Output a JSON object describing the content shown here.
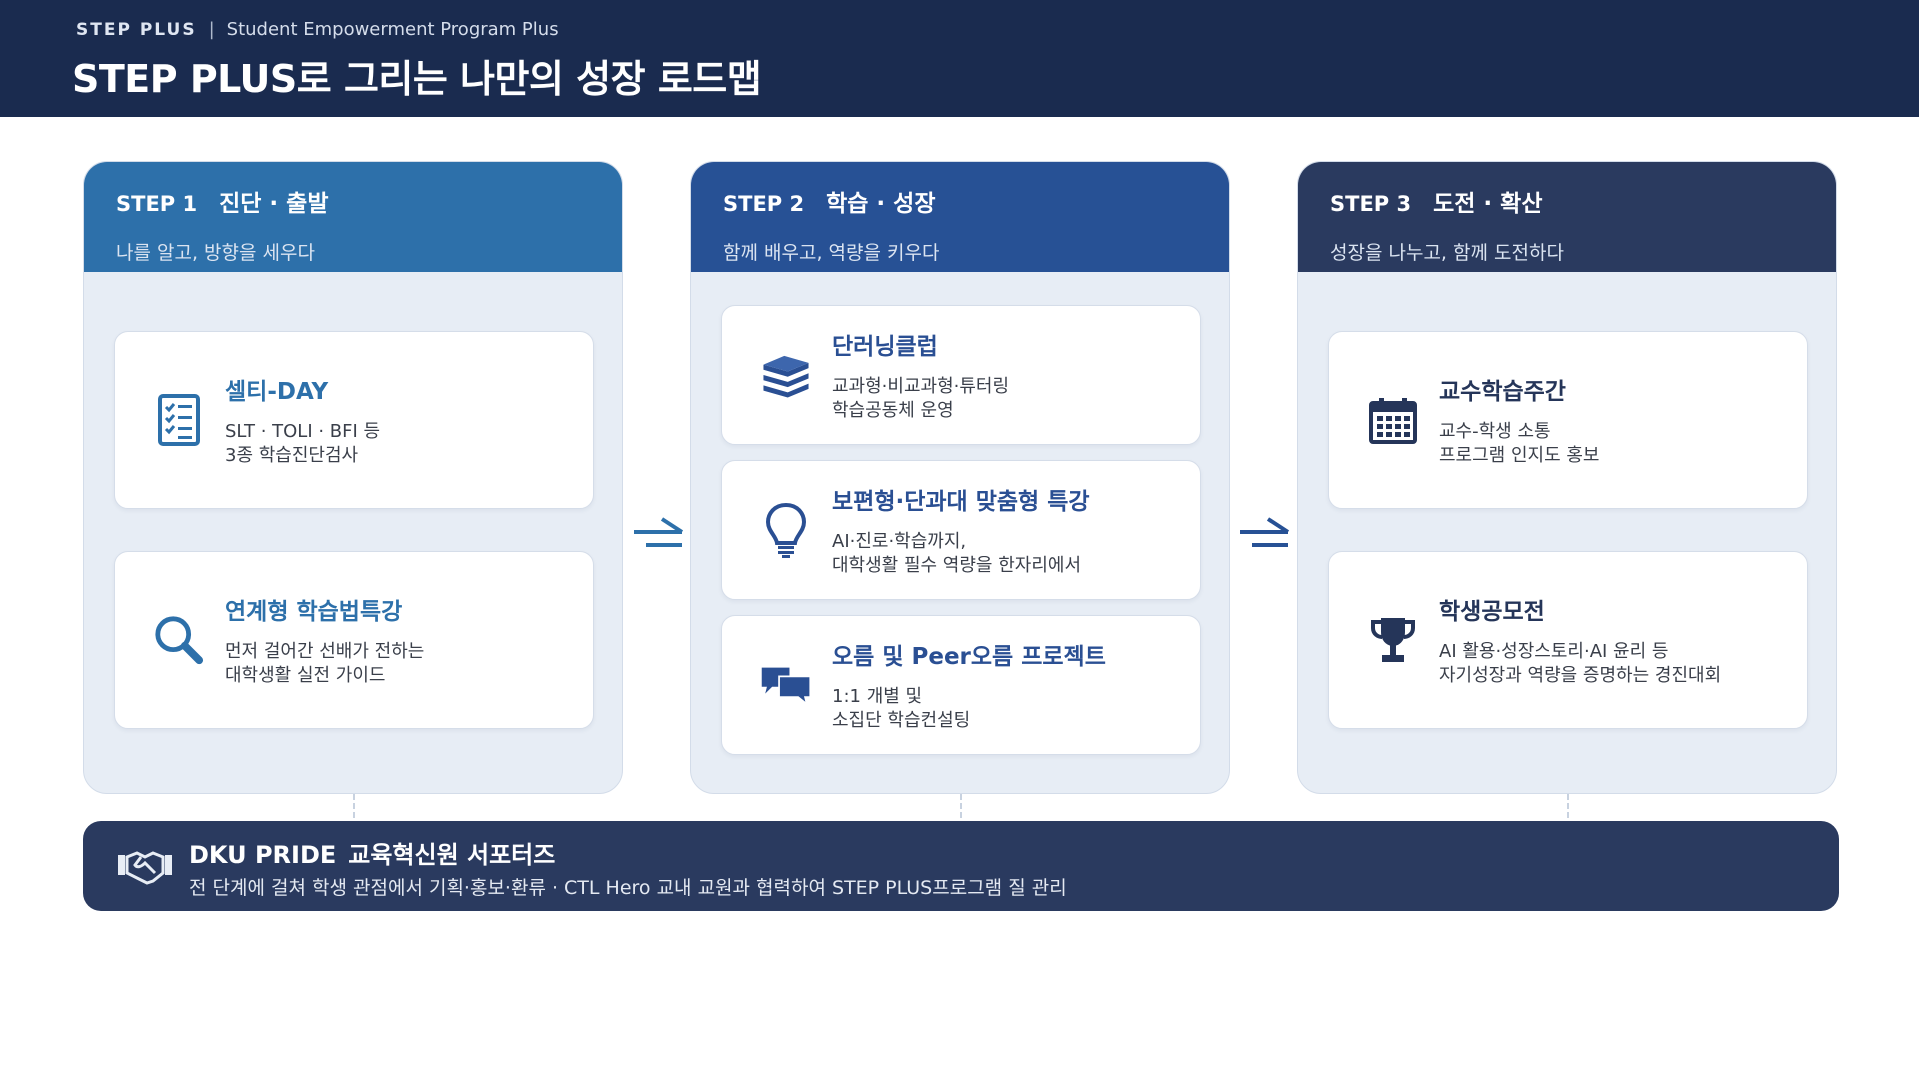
{
  "header": {
    "brand": "STEP PLUS",
    "separator": "|",
    "subtitle": "Student Empowerment Program Plus",
    "title": "STEP PLUS로 그리는 나만의 성장 로드맵"
  },
  "steps": [
    {
      "number": "STEP 1",
      "name": "진단 · 출발",
      "desc": "나를 알고, 방향을 세우다",
      "color": "#2d70aa",
      "cards": [
        {
          "icon": "checklist-icon",
          "title": "셀티-DAY",
          "lines": [
            "SLT · TOLI · BFI 등",
            "3종 학습진단검사"
          ]
        },
        {
          "icon": "magnifier-icon",
          "title": "연계형 학습법특강",
          "lines": [
            "먼저 걸어간 선배가 전하는",
            "대학생활 실전 가이드"
          ]
        }
      ]
    },
    {
      "number": "STEP 2",
      "name": "학습 · 성장",
      "desc": "함께 배우고, 역량을 키우다",
      "color": "#275195",
      "cards": [
        {
          "icon": "books-icon",
          "title": "단러닝클럽",
          "lines": [
            "교과형·비교과형·튜터링",
            "학습공동체 운영"
          ]
        },
        {
          "icon": "lightbulb-icon",
          "title": "보편형·단과대 맞춤형 특강",
          "lines": [
            "AI·진로·학습까지,",
            "대학생활 필수 역량을 한자리에서"
          ]
        },
        {
          "icon": "chat-bubbles-icon",
          "title": "오름 및 Peer오름 프로젝트",
          "lines": [
            "1:1 개별 및",
            "소집단 학습컨설팅"
          ]
        }
      ]
    },
    {
      "number": "STEP 3",
      "name": "도전 · 확산",
      "desc": "성장을 나누고, 함께 도전하다",
      "color": "#2a3a5f",
      "cards": [
        {
          "icon": "calendar-icon",
          "title": "교수학습주간",
          "lines": [
            "교수-학생 소통",
            "프로그램 인지도 홍보"
          ]
        },
        {
          "icon": "trophy-icon",
          "title": "학생공모전",
          "lines": [
            "AI 활용·성장스토리·AI  윤리 등",
            "자기성장과 역량을 증명하는 경진대회"
          ]
        }
      ]
    }
  ],
  "supporters": {
    "icon": "handshake-icon",
    "title_en": "DKU PRIDE",
    "title_ko": "교육혁신원 서포터즈",
    "desc": "전 단계에 걸쳐 학생 관점에서 기획·홍보·환류 · CTL Hero 교내 교원과 협력하여 STEP PLUS프로그램 질 관리"
  }
}
